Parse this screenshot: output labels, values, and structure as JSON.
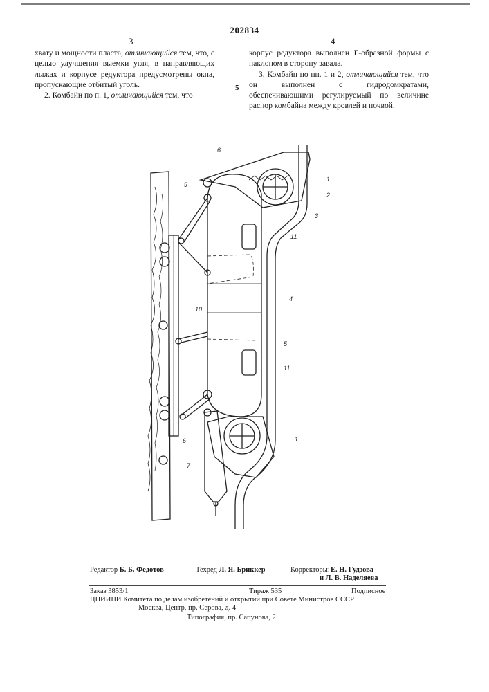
{
  "patent_number": "202834",
  "columns": {
    "left_number": "3",
    "right_number": "4",
    "line_marker": "5"
  },
  "left_text": {
    "p1_a": "хвату и мощности пласта, ",
    "p1_em": "отличающийся",
    "p1_b": " тем, что, с целью улучшения выемки угля, в направляющих лыжах и корпусе редуктора предусмотрены окна, пропускающие отбитый уголь.",
    "p2_a": "2. Комбайн по п. 1, ",
    "p2_em": "отличающийся",
    "p2_b": " тем, что"
  },
  "right_text": {
    "p1": "корпус редуктора выполнен Г-образной формы с наклоном в сторону завала.",
    "p2_a": "3. Комбайн по пп. 1 и 2, ",
    "p2_em": "отличающийся",
    "p2_b": " тем, что он выполнен с гидродомкратами, обеспечивающими регулируемый по величине распор комбайна между кровлей и почвой."
  },
  "figure_labels": [
    "6",
    "9",
    "1",
    "2",
    "3",
    "11",
    "4",
    "10",
    "5",
    "11",
    "6",
    "1",
    "7"
  ],
  "colophon": {
    "editor_label": "Редактор ",
    "editor_name": "Б. Б. Федотов",
    "techred_label": "Техред ",
    "techred_name": "Л. Я. Бриккер",
    "correctors_label": "Корректоры:",
    "corrector_1": "Е. Н. Гудзова",
    "corrector_2": "и  Л. В. Наделяева",
    "order": "Заказ 3853/1",
    "circulation": "Тираж 535",
    "subscription": "Подписное",
    "org": "ЦНИИПИ Комитета по делам изобретений и открытий при Совете Министров СССР",
    "address": "Москва, Центр, пр. Серова, д. 4",
    "printing": "Типография, пр. Сапунова, 2"
  }
}
